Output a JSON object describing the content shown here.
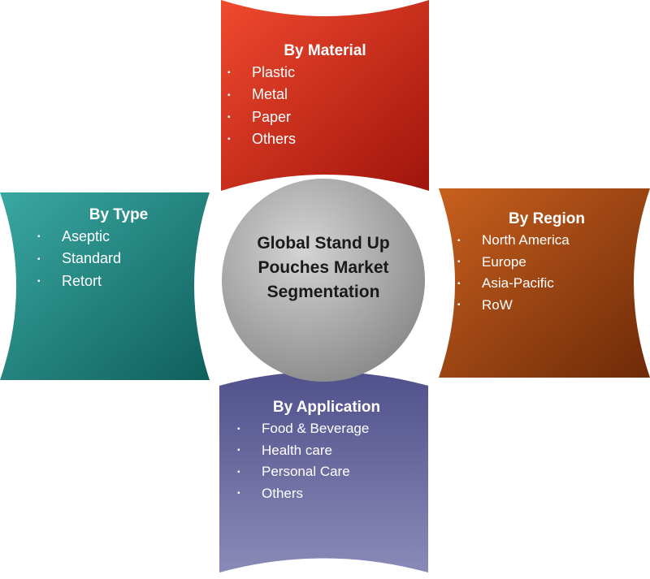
{
  "center_title": "Global Stand Up Pouches Market Segmentation",
  "segments": {
    "material": {
      "title": "By Material",
      "items": [
        "Plastic",
        "Metal",
        "Paper",
        "Others"
      ],
      "color": "#d8281a"
    },
    "type": {
      "title": "By Type",
      "items": [
        "Aseptic",
        "Standard",
        "Retort"
      ],
      "color": "#1f8a86"
    },
    "region": {
      "title": "By Region",
      "items": [
        "North America",
        "Europe",
        "Asia-Pacific",
        "RoW"
      ],
      "color": "#b24a10"
    },
    "application": {
      "title": "By Application",
      "items": [
        "Food & Beverage",
        "Health care",
        "Personal Care",
        "Others"
      ],
      "color": "#4a4a86"
    }
  }
}
